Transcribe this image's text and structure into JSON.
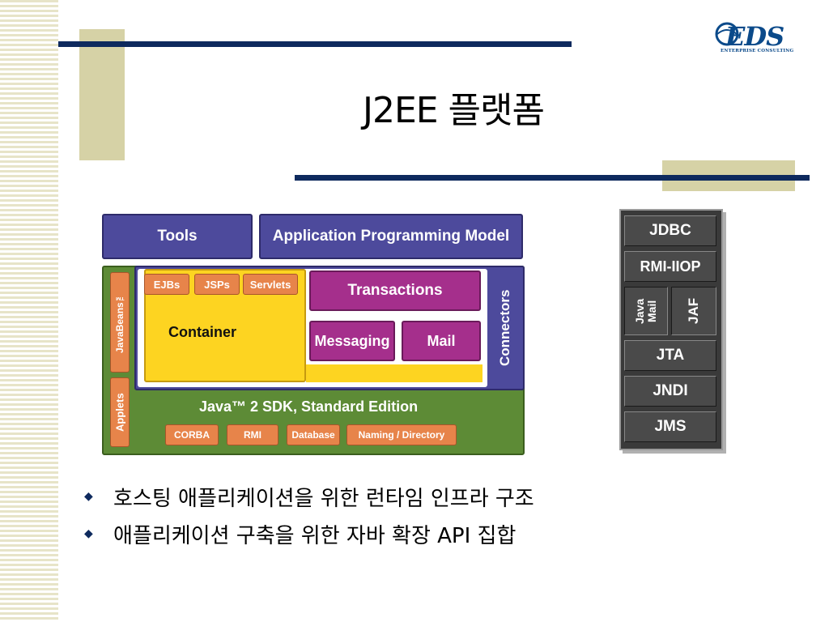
{
  "slide": {
    "title": "J2EE 플랫폼",
    "logo": {
      "text": "EDS",
      "subtitle": "ENTERPRISE CONSULTING"
    },
    "bullets": [
      "호스팅 애플리케이션을 위한 런타임 인프라 구조",
      "애플리케이션 구축을 위한 자바 확장 API 집합"
    ]
  },
  "diagram": {
    "tools": "Tools",
    "apm": "Application Programming Model",
    "javabeans": "JavaBeans™",
    "applets": "Applets",
    "ejbs": "EJBs",
    "jsps": "JSPs",
    "servlets": "Servlets",
    "container": "Container",
    "transactions": "Transactions",
    "messaging": "Messaging",
    "mail": "Mail",
    "connectors": "Connectors",
    "sdk": "Java™ 2 SDK, Standard Edition",
    "corba": "CORBA",
    "rmi": "RMI",
    "database": "Database",
    "naming": "Naming / Directory"
  },
  "stack": [
    "JDBC",
    "RMI-IIOP",
    "Java Mail",
    "JAF",
    "JTA",
    "JNDI",
    "JMS"
  ],
  "colors": {
    "navy": "#0e2a5e",
    "tan": "#d6d2a6",
    "purple": "#4d4a9c",
    "magenta": "#a52f8c",
    "yellow": "#fdd421",
    "green": "#5d8b36",
    "orange": "#e7844a"
  }
}
